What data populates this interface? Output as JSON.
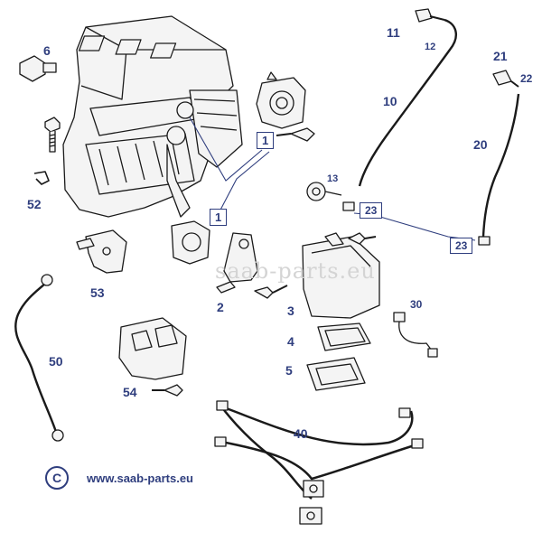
{
  "callouts": [
    "6",
    "52",
    "53",
    "2",
    "3",
    "4",
    "5",
    "30",
    "50",
    "54",
    "40",
    "11",
    "12",
    "10",
    "13",
    "21",
    "22",
    "20"
  ],
  "boxed_callouts": [
    "1",
    "1",
    "23",
    "23"
  ],
  "watermark": "saab-parts.eu",
  "copyright_symbol": "C",
  "website": "www.saab-parts.eu",
  "colors": {
    "callout": "#2f3e7e",
    "line": "#1a1a1a",
    "part_fill": "#f2f2f2"
  }
}
